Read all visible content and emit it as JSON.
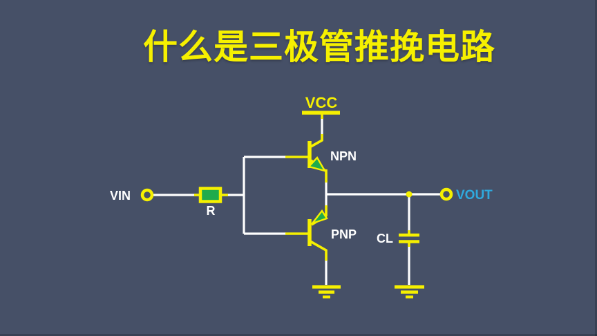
{
  "title": "什么是三极管推挽电路",
  "colors": {
    "background": "#465067",
    "yellow": "#F6F000",
    "white": "#FFFFFF",
    "green": "#1FAB4C",
    "cyan": "#2FA9DE"
  },
  "circuit": {
    "vcc_label": "VCC",
    "npn_label": "NPN",
    "pnp_label": "PNP",
    "vin_label": "VIN",
    "vout_label": "VOUT",
    "resistor_label": "R",
    "capacitor_label": "CL"
  }
}
